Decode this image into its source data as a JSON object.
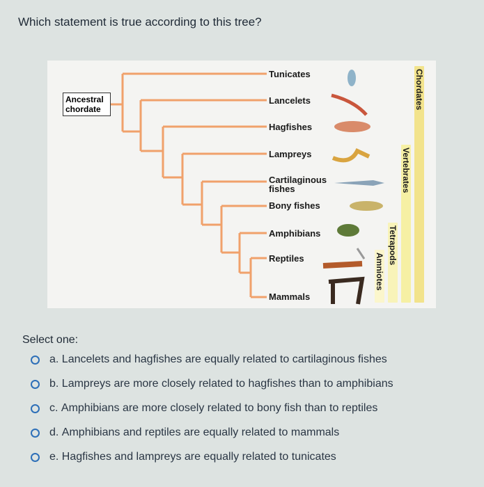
{
  "question": "Which statement is true according to this tree?",
  "tree": {
    "root_label": "Ancestral chordate",
    "taxa": [
      "Tunicates",
      "Lancelets",
      "Hagfishes",
      "Lampreys",
      "Cartilaginous fishes",
      "Bony fishes",
      "Amphibians",
      "Reptiles",
      "Mammals"
    ],
    "clades": [
      "Chordates",
      "Vertebrates",
      "Tetrapods",
      "Amniotes"
    ],
    "colors": {
      "branch": "#f0a16b",
      "chordates": "#f2e38c",
      "vertebrates": "#f6f0a4",
      "tetrapods": "#f8f3b9",
      "amniotes": "#fbf6cc"
    }
  },
  "prompt": "Select one:",
  "options": [
    {
      "letter": "a.",
      "text": "Lancelets and hagfishes are equally related to cartilaginous fishes"
    },
    {
      "letter": "b.",
      "text": "Lampreys are more closely related to hagfishes than to amphibians"
    },
    {
      "letter": "c.",
      "text": "Amphibians are more closely related to bony fish than to reptiles"
    },
    {
      "letter": "d.",
      "text": "Amphibians and reptiles are equally related to mammals"
    },
    {
      "letter": "e.",
      "text": "Hagfishes and lampreys are equally related to tunicates"
    }
  ]
}
